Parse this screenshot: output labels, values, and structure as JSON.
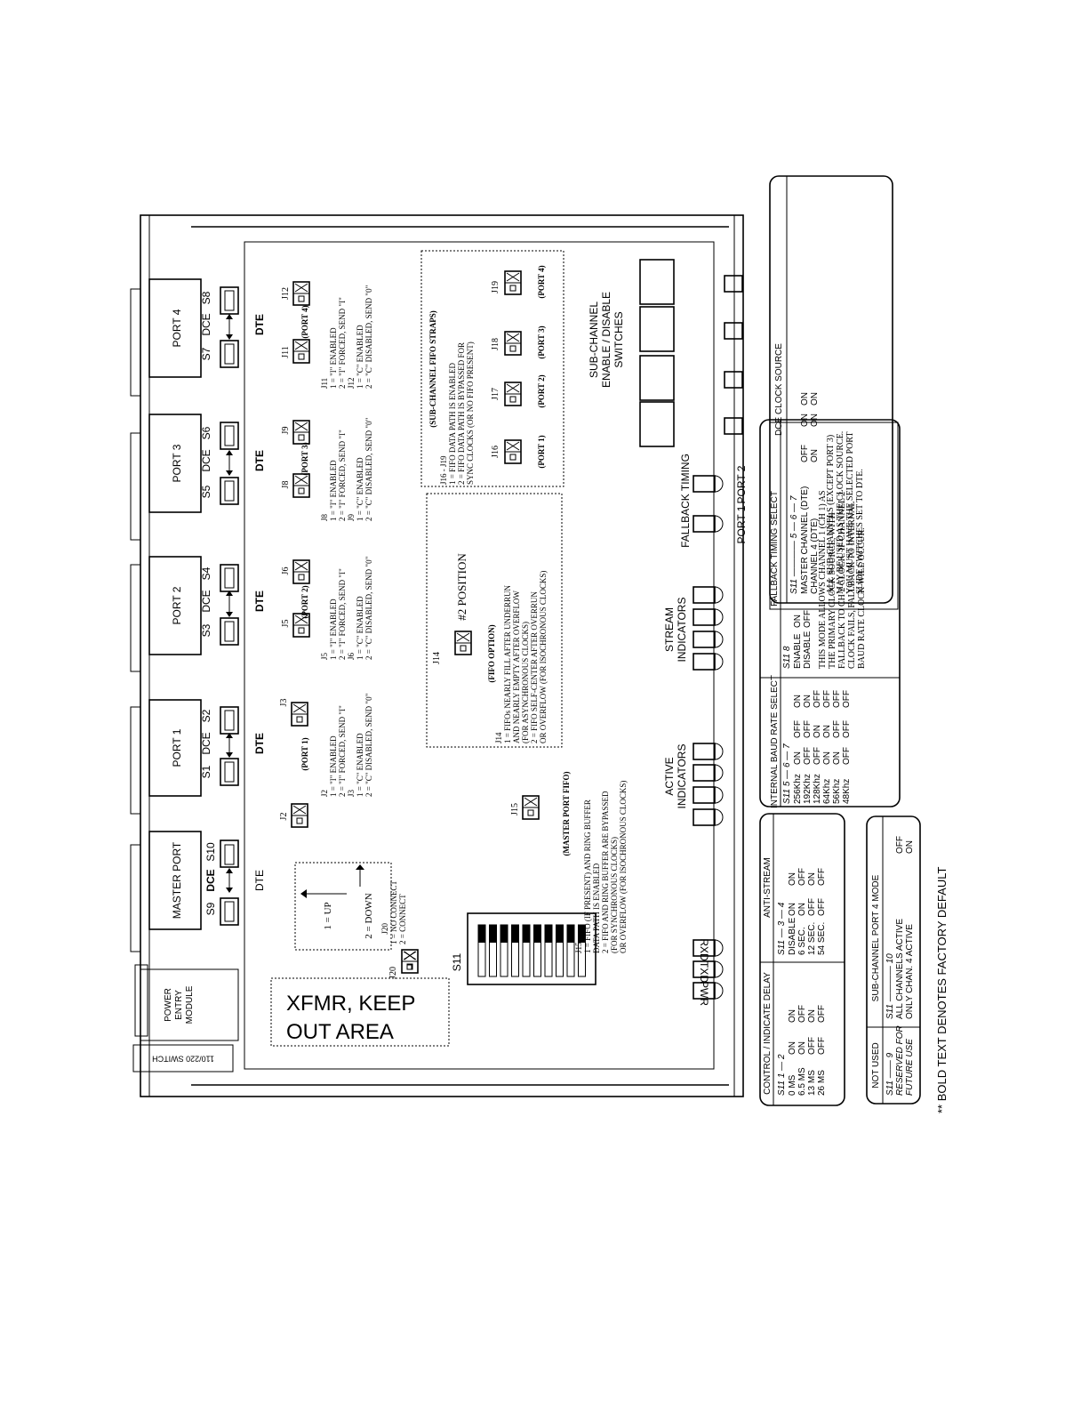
{
  "ports": {
    "master": {
      "label": "MASTER PORT",
      "sw_left": "S9",
      "sw_right": "S10",
      "dce": "DCE",
      "dte": "DTE"
    },
    "p1": {
      "label": "PORT 1",
      "sw_left": "S1",
      "sw_right": "S2",
      "dce": "DCE",
      "dte": "DTE"
    },
    "p2": {
      "label": "PORT 2",
      "sw_left": "S3",
      "sw_right": "S4",
      "dce": "DCE",
      "dte": "DTE"
    },
    "p3": {
      "label": "PORT 3",
      "sw_left": "S5",
      "sw_right": "S6",
      "dce": "DCE",
      "dte": "DTE"
    },
    "p4": {
      "label": "PORT 4",
      "sw_left": "S7",
      "sw_right": "S8",
      "dce": "DCE",
      "dte": "DTE"
    }
  },
  "power": {
    "module": [
      "POWER",
      "ENTRY",
      "MODULE"
    ],
    "switch": "110/220 SWITCH",
    "xfmr": [
      "XFMR, KEEP",
      "OUT AREA"
    ]
  },
  "leds": {
    "pwr": "PWR",
    "txd": "TXD",
    "rxd": "RXD",
    "active": [
      "ACTIVE",
      "INDICATORS"
    ],
    "stream": [
      "STREAM",
      "INDICATORS"
    ],
    "fallback": "FALLBACK TIMING",
    "port1": "PORT 1",
    "port2": "PORT 2",
    "subchannel": [
      "SUB-CHANNEL",
      "ENABLE / DISABLE",
      "SWITCHES"
    ]
  },
  "s11": "S11",
  "updown": {
    "up": "1 = UP",
    "down": "2 = DOWN"
  },
  "jumpers": {
    "j20": {
      "label": "J20",
      "text": [
        "J20",
        "1 = NO CONNECT",
        "2 = CONNECT"
      ]
    },
    "j2": "J2",
    "j3": "J3",
    "port1_tag": "(PORT 1)",
    "j2j3": [
      "J2",
      "1 = \"I\" ENABLED",
      "2 = \"I\" FORCED, SEND \"I\"",
      "J3",
      "1 = \"C\" ENABLED",
      "2 = \"C\" DISABLED, SEND \"0\""
    ],
    "j5": "J5",
    "j6": "J6",
    "port2_tag": "(PORT 2)",
    "j5j6": [
      "J5",
      "1 = \"I\" ENABLED",
      "2 = \"I\" FORCED, SEND \"I\"",
      "J6",
      "1 = \"C\" ENABLED",
      "2 = \"C\" DISABLED, SEND \"0\""
    ],
    "j8": "J8",
    "j9": "J9",
    "port3_tag": "(PORT 3)",
    "j8j9": [
      "J8",
      "1 = \"I\" ENABLED",
      "2 = \"I\" FORCED, SEND \"I\"",
      "J9",
      "1 = \"C\" ENABLED",
      "2 = \"C\" DISABLED, SEND \"0\""
    ],
    "j11": "J11",
    "j12": "J12",
    "port4_tag": "(PORT 4)",
    "j11j12": [
      "J11",
      "1 = \"I\" ENABLED",
      "2 = \"I\" FORCED, SEND \"I\"",
      "J12",
      "1 = \"C\" ENABLED",
      "2 = \"C\" DISABLED, SEND \"0\""
    ],
    "j15": "J15",
    "master_fifo": "(MASTER PORT FIFO)",
    "j15text": [
      "J15",
      "1 = FIFO (IF PRESENT) AND RING BUFFER",
      "DATA PATH IS ENABLED",
      "2 = FIFO AND RING BUFFER ARE BYPASSED",
      "(FOR SYNCHRONOUS CLOCKS)",
      "OR OVERFLOW (FOR ISOCHRONOUS CLOCKS)"
    ],
    "j14": "J14",
    "j14pos": "#2 POSITION",
    "fifo_option": "(FIFO OPTION)",
    "j14text": [
      "J14",
      "1 = FIFOs NEARLY FILL AFTER UNDERRUN",
      "AND NEARLY EMPTY AFTER OVERFLOW",
      "(FOR ASYNCHRONOUS CLOCKS)",
      "2 = FIFO SELF-CENTER AFTER OVERRUN",
      "OR OVERFLOW (FOR ISOCHRONOUS CLOCKS)"
    ],
    "subfifo": "(SUB-CHANNEL FIFO STRAPS)",
    "j16j19": [
      "J16 - J19",
      "1 = FIFO DATA PATH IS ENABLED",
      "2 = FIFO DATA PATH IS BYPASSED FOR",
      "SYNC CLOCKS (OR NO FIFO PRESENT)"
    ],
    "j16": "J16",
    "j17": "J17",
    "j18": "J18",
    "j19": "J19",
    "j16tag": "(PORT 1)",
    "j17tag": "(PORT 2)",
    "j18tag": "(PORT 3)",
    "j19tag": "(PORT 4)"
  },
  "tables": {
    "control": {
      "title": "CONTROL / INDICATE DELAY",
      "header": "S11    1 — 2",
      "rows": [
        [
          "0 MS",
          "ON",
          "ON"
        ],
        [
          "6.5 MS",
          "ON",
          "OFF"
        ],
        [
          "13 MS",
          "OFF",
          "ON"
        ],
        [
          "26 MS",
          "OFF",
          "OFF"
        ]
      ]
    },
    "antistream": {
      "title": "ANTI-STREAM",
      "header": "S11    — 3 — 4",
      "rows": [
        [
          "DISABLE",
          "ON",
          "ON"
        ],
        [
          "6 SEC.",
          "ON",
          "OFF"
        ],
        [
          "12 SEC.",
          "OFF",
          "ON"
        ],
        [
          "54 SEC.",
          "OFF",
          "OFF"
        ]
      ]
    },
    "baud": {
      "title": "INTERNAL BAUD RATE SELECT",
      "header": "S11    5 — 6 — 7",
      "rows": [
        [
          "256Khz",
          "ON",
          "OFF",
          "ON"
        ],
        [
          "192Khz",
          "OFF",
          "OFF",
          "ON"
        ],
        [
          "128Khz",
          "OFF",
          "ON",
          "OFF"
        ],
        [
          "64Khz",
          "ON",
          "ON",
          "OFF"
        ],
        [
          "56Khz",
          "ON",
          "OFF",
          "OFF"
        ],
        [
          "48Khz",
          "OFF",
          "OFF",
          "OFF"
        ]
      ]
    },
    "fallback": {
      "title": "FALLBACK TIMING SELECT",
      "header": "S11    8",
      "rows": [
        [
          "ENABLE",
          "ON"
        ],
        [
          "DISABLE",
          "OFF"
        ]
      ],
      "note": [
        "THIS MODE ALLOWS CHANNEL 1 (CH 1) AS",
        "THE PRIMARY CLOCK SOURCE, WITH",
        "FALLBACK TO CH 2 CLOCK. IF CHANNEL 2",
        "CLOCK FAILS, FALLBACK TO INTERNAL",
        "BAUD RATE CLOCK WILL OCCUR."
      ]
    },
    "dce": {
      "title": "DCE CLOCK SOURCE",
      "header": "S11  ————  5 — 6 — 7",
      "rows": [
        [
          "MASTER CHANNEL (DTE)",
          "OFF",
          "ON",
          "ON"
        ],
        [
          "CHANNEL 4 (DTE)",
          "ON",
          "ON",
          "ON"
        ]
      ],
      "note": [
        "ALL SUB-CHANNELS (EXCEPT PORT 3)",
        "MAY BE USED AS THE CLOCK SOURCE.",
        "YOU MUST HAVE THE SELECTED PORT",
        "SLIDE SWITCHES SET TO DTE."
      ]
    },
    "notused": {
      "title": "NOT USED",
      "header": "S11  —— 9",
      "rows": [
        "RESERVED FOR",
        "FUTURE USE"
      ]
    },
    "port4mode": {
      "title": "SUB-CHANNEL PORT 4 MODE",
      "header": "S11  ————  10",
      "rows": [
        [
          "ALL CHANNELS ACTIVE",
          "OFF"
        ],
        [
          "ONLY CHAN. 4 ACTIVE",
          "ON"
        ]
      ]
    }
  },
  "footnote": "** BOLD TEXT DENOTES FACTORY DEFAULT"
}
